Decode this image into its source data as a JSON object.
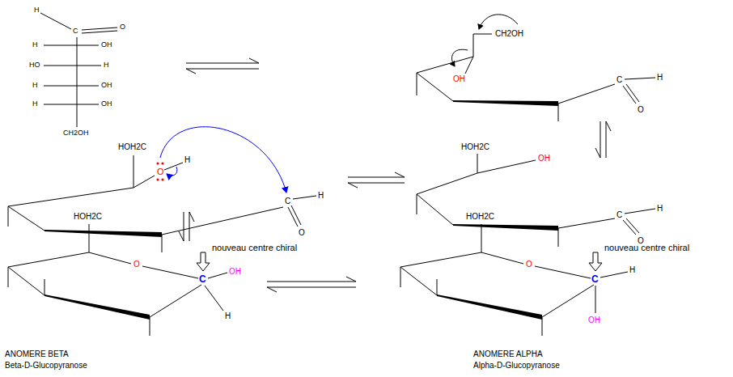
{
  "diagram": {
    "labels": [
      "H",
      "C",
      "O",
      "H",
      "OH",
      "HO",
      "H",
      "H",
      "OH",
      "H",
      "OH",
      "CH2OH",
      "CH2OH",
      "OH",
      "C",
      "H",
      "O",
      "HOH2C",
      "OH",
      "C",
      "H",
      "O",
      "HOH2C",
      "O",
      "H",
      "C",
      "H",
      "O",
      "HOH2C",
      "O",
      "nouveau centre chiral",
      "C",
      "OH",
      "H",
      "ANOMERE BETA",
      "Beta-D-Glucopyranose",
      "HOH2C",
      "O",
      "nouveau centre chiral",
      "C",
      "H",
      "OH",
      "ANOMERE ALPHA",
      "Alpha-D-Glucopyranose"
    ]
  }
}
